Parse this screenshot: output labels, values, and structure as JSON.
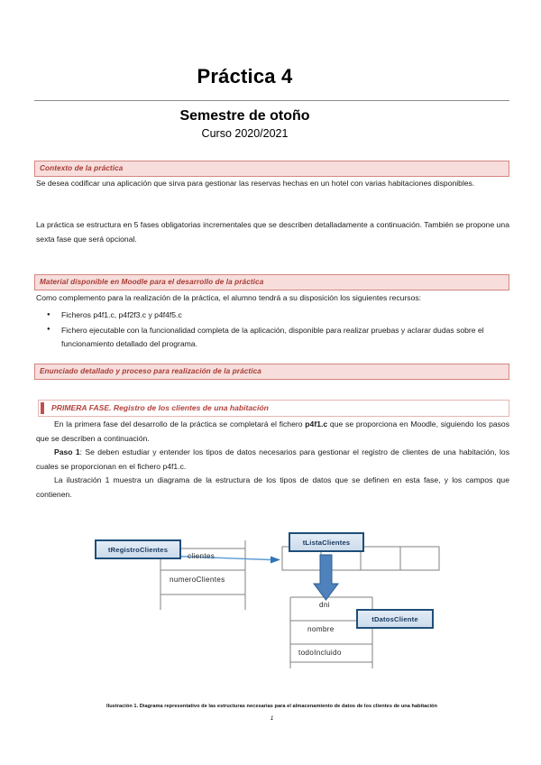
{
  "document": {
    "title": "Práctica 4",
    "subtitle": "Semestre de otoño",
    "course": "Curso 2020/2021"
  },
  "sections": {
    "contexto": {
      "heading": "Contexto de la práctica",
      "p1": "Se desea codificar una aplicación que sirva para gestionar las reservas hechas en un hotel con varias habitaciones disponibles.",
      "p2": "La práctica se estructura en 5 fases obligatorias incrementales que se describen detalladamente a continuación. También se propone una sexta fase que será opcional."
    },
    "material": {
      "heading": "Material disponible en Moodle para el desarrollo de la práctica",
      "intro": "Como complemento para la realización de la práctica, el alumno tendrá a su disposición los siguientes recursos:",
      "bullets": [
        "Ficheros p4f1.c, p4f2f3.c y p4f4f5.c",
        "Fichero ejecutable con la funcionalidad completa de la aplicación, disponible para realizar pruebas y aclarar dudas sobre el funcionamiento detallado del programa."
      ]
    },
    "enunciado": {
      "heading": "Enunciado detallado y proceso para realización de la práctica"
    },
    "primera_fase": {
      "heading": "PRIMERA FASE. Registro de los clientes de una habitación",
      "p1_a": "En la primera fase del desarrollo de la práctica se completará el fichero ",
      "p1_bold": "p4f1.c",
      "p1_b": " que se proporciona en Moodle, siguiendo los pasos que se describen a continuación.",
      "paso1_label": "Paso 1",
      "paso1_text": ": Se deben estudiar y entender los tipos de datos necesarios para gestionar el registro de clientes de una habitación, los cuales se proporcionan en el fichero p4f1.c.",
      "p3": "La ilustración 1 muestra un diagrama de la estructura de los tipos de datos que se definen en esta fase, y los campos que contienen."
    }
  },
  "diagram": {
    "boxes": [
      {
        "id": "tRegistroClientes",
        "label": "tRegistroClientes"
      },
      {
        "id": "tListaClientes",
        "label": "tListaClientes"
      },
      {
        "id": "tDatosCliente",
        "label": "tDatosCliente"
      }
    ],
    "fields": {
      "registro": [
        "clientes",
        "numeroClientes"
      ],
      "datos": [
        "dni",
        "nombre",
        "todoIncluido"
      ]
    },
    "colors": {
      "box_border": "#1f4e79",
      "box_fill": "#ccdcec",
      "arrow": "#3f7fc1",
      "table_line": "#808080"
    }
  },
  "caption": "Ilustración 1. Diagrama representativo de las estructuras necesarias para el almacenamiento de datos de los clientes de una habitación",
  "page_number": "1",
  "theme": {
    "header_fill": "#f7dedc",
    "header_border": "#d4857f",
    "header_text": "#a83b34",
    "accent_bar": "#c0504d"
  }
}
